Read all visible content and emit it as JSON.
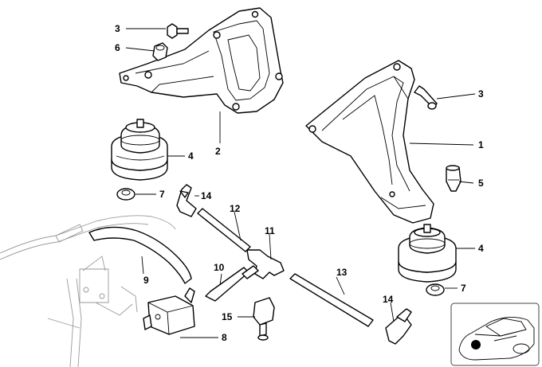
{
  "callouts": {
    "c1": "1",
    "c2": "2",
    "c3a": "3",
    "c3b": "3",
    "c4a": "4",
    "c4b": "4",
    "c5": "5",
    "c6": "6",
    "c7a": "7",
    "c7b": "7",
    "c8": "8",
    "c9": "9",
    "c10": "10",
    "c11": "11",
    "c12": "12",
    "c13": "13",
    "c14a": "14",
    "c14b": "14",
    "c15": "15"
  },
  "colors": {
    "line": "#000000",
    "background": "#ffffff",
    "ghost": "#999999"
  }
}
